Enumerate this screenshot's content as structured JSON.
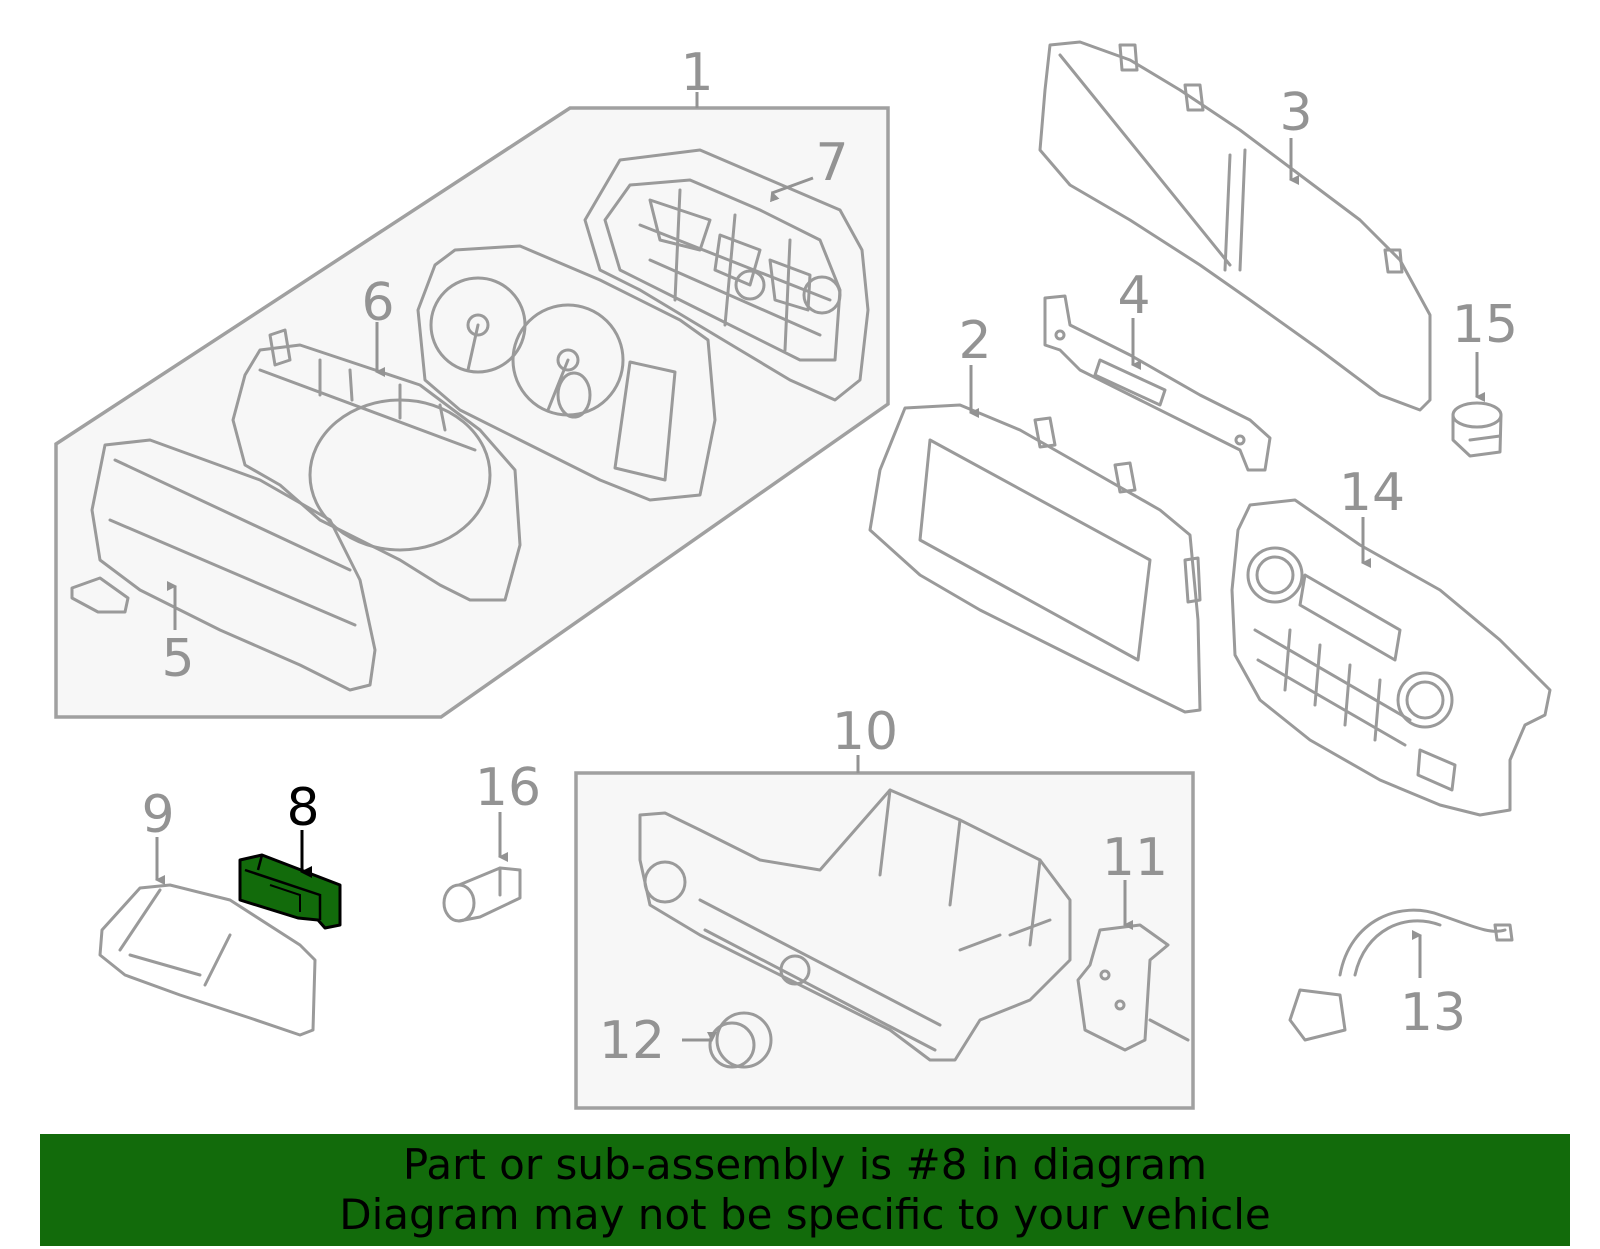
{
  "banner": {
    "line1": "Part or sub-assembly is #8 in diagram",
    "line2": "Diagram may not be specific to your vehicle",
    "color": "#126b0b"
  },
  "highlight": {
    "part_number": "8",
    "fill_color": "#126b0b",
    "label_color": "#000000"
  },
  "callouts": {
    "c1": "1",
    "c2": "2",
    "c3": "3",
    "c4": "4",
    "c5": "5",
    "c6": "6",
    "c7": "7",
    "c8": "8",
    "c9": "9",
    "c10": "10",
    "c11": "11",
    "c12": "12",
    "c13": "13",
    "c14": "14",
    "c15": "15",
    "c16": "16"
  }
}
